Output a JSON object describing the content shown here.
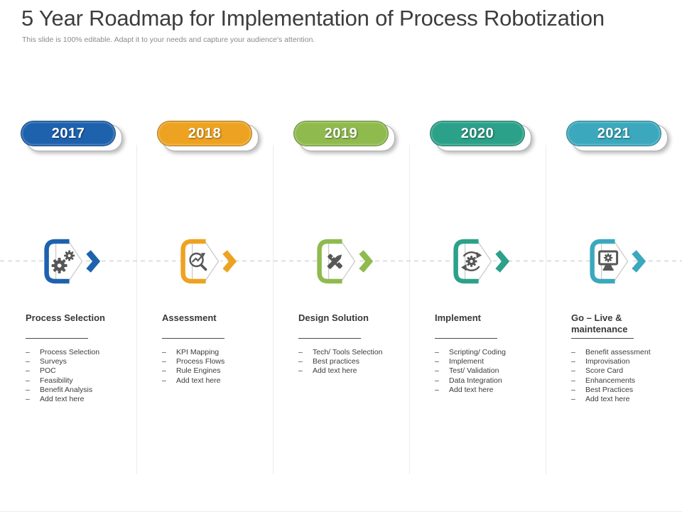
{
  "slide": {
    "title": "5 Year Roadmap for Implementation of Process Robotization",
    "subtitle": "This slide is 100% editable. Adapt it to your needs and capture your audience's attention."
  },
  "bullet_char": "–",
  "glyph_color": "#575757",
  "line_colors": {
    "timeline_dashed": "#c7c7c7",
    "column_divider": "#ececec",
    "heading_rule": "#4a4a4a"
  },
  "columns": [
    {
      "year": "2017",
      "color": "#1E62AE",
      "icon": "gears-icon",
      "heading": "Process Selection",
      "items": [
        "Process Selection",
        "Surveys",
        "POC",
        "Feasibility",
        "Benefit Analysis",
        "Add text here"
      ]
    },
    {
      "year": "2018",
      "color": "#EDA321",
      "icon": "magnifier-trend-icon",
      "heading": "Assessment",
      "items": [
        "KPI Mapping",
        "Process Flows",
        "Rule Engines",
        "Add text here"
      ]
    },
    {
      "year": "2019",
      "color": "#8FBA4E",
      "icon": "design-tools-icon",
      "heading": "Design Solution",
      "items": [
        "Tech/ Tools Selection",
        "Best practices",
        "Add text here"
      ]
    },
    {
      "year": "2020",
      "color": "#2BA189",
      "icon": "process-sync-gear-icon",
      "heading": "Implement",
      "items": [
        "Scripting/ Coding",
        "Implement",
        "Test/ Validation",
        "Data Integration",
        "Add text here"
      ]
    },
    {
      "year": "2021",
      "color": "#3BA8BD",
      "icon": "monitor-gear-icon",
      "heading": "Go – Live & maintenance",
      "items": [
        "Benefit assessment",
        "Improvisation",
        "Score Card",
        "Enhancements",
        "Best Practices",
        "Add text here"
      ]
    }
  ]
}
